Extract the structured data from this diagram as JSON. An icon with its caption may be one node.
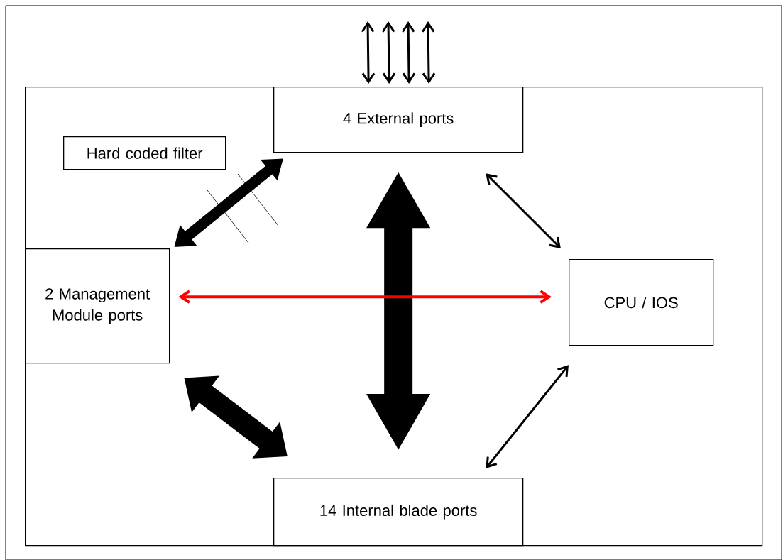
{
  "diagram": {
    "nodes": [
      {
        "text": [],
        "shape": "box"
      },
      {
        "text": [
          "Hard coded filter"
        ],
        "in": 0
      },
      {
        "text": [
          "4 External ports"
        ],
        "in": 0
      },
      {
        "text": [
          "2 Management Module ports"
        ],
        "in": 0
      },
      {
        "text": [
          "CPU / IOS"
        ],
        "in": 0
      },
      {
        "text": [
          "14 Internal blade ports"
        ],
        "in": 0
      }
    ],
    "edges": [
      {
        "from": null,
        "to": 2,
        "arrow": "both"
      },
      {
        "from": null,
        "to": 2,
        "arrow": "both"
      },
      {
        "from": null,
        "to": 2,
        "arrow": "both"
      },
      {
        "from": null,
        "to": 2,
        "arrow": "both"
      },
      {
        "from": 3,
        "to": 2,
        "arrow": "both",
        "style": "thick"
      },
      {
        "from": 2,
        "to": 5,
        "arrow": "both",
        "style": "thick"
      },
      {
        "from": 2,
        "to": 4,
        "arrow": "both"
      },
      {
        "from": 3,
        "to": 4,
        "arrow": "both",
        "color": "#ff0000"
      },
      {
        "from": 3,
        "to": 5,
        "arrow": "both",
        "style": "thick"
      },
      {
        "from": 4,
        "to": 5,
        "arrow": "both"
      }
    ]
  }
}
